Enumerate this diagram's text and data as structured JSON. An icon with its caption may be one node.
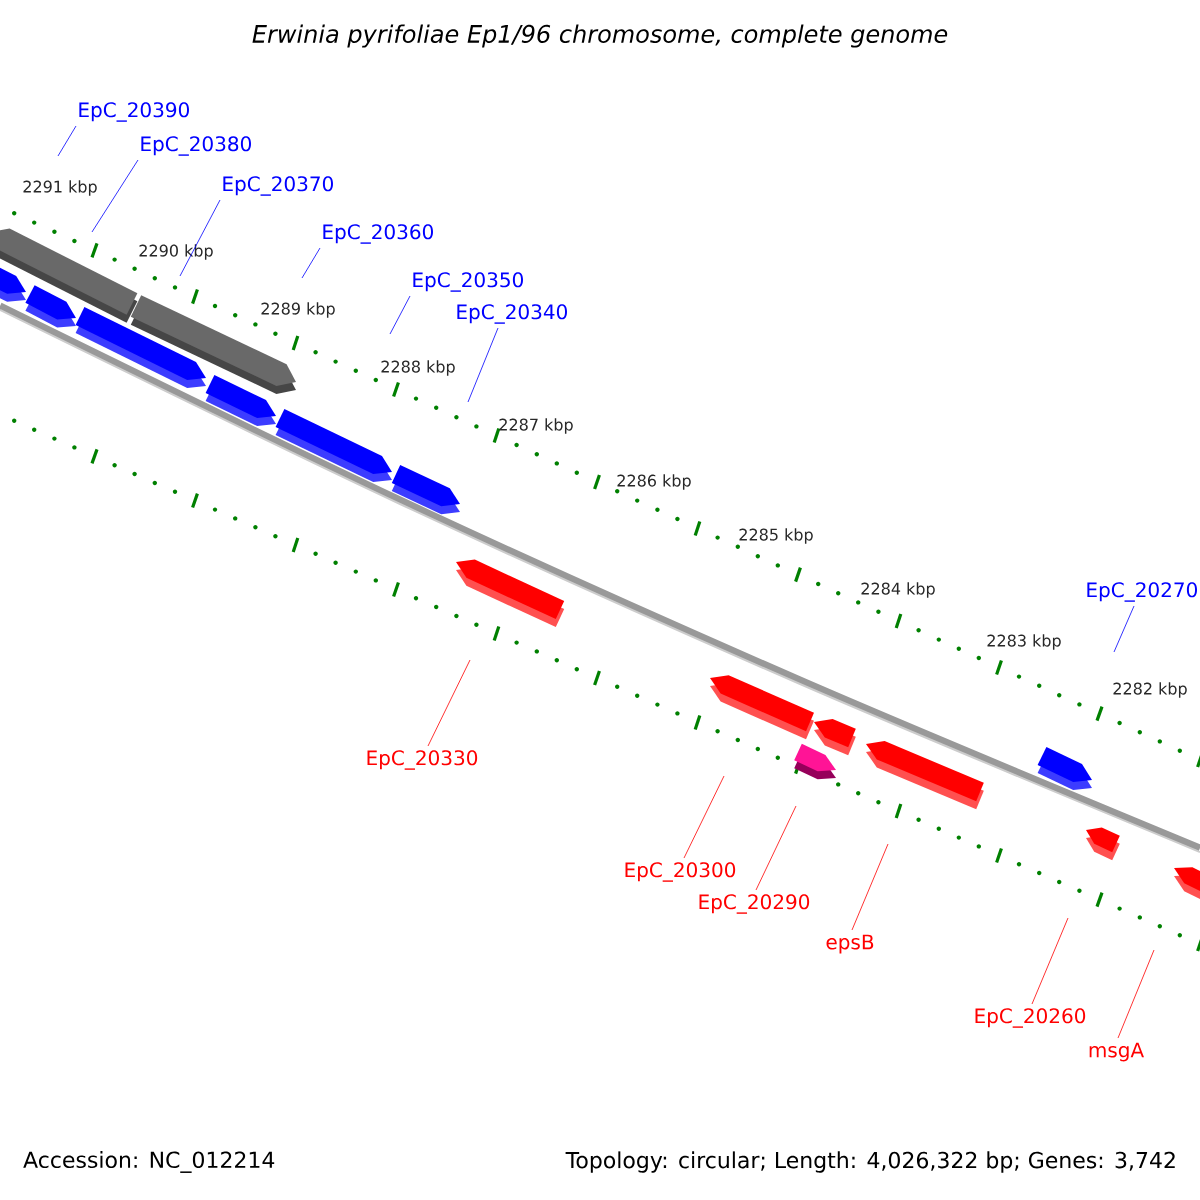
{
  "diagram": {
    "title": "Erwinia pyrifoliae Ep1/96 chromosome, complete genome",
    "nodes": [
      {
        "text": [
          "EpC_20390"
        ]
      },
      {
        "text": [
          "EpC_20380"
        ]
      },
      {
        "text": [
          "EpC_20370"
        ]
      },
      {
        "text": [
          "EpC_20360"
        ]
      },
      {
        "text": [
          "EpC_20350"
        ]
      },
      {
        "text": [
          "EpC_20340"
        ]
      },
      {
        "text": [
          "EpC_20270"
        ]
      },
      {
        "text": [
          "EpC_20330"
        ]
      },
      {
        "text": [
          "EpC_20300"
        ]
      },
      {
        "text": [
          "EpC_20290"
        ]
      },
      {
        "text": [
          "epsB"
        ]
      },
      {
        "text": [
          "EpC_20260"
        ]
      },
      {
        "text": [
          "msgA"
        ]
      }
    ],
    "edges": [
      {
        "from": 0,
        "to": null,
        "arrow": "none"
      },
      {
        "from": 1,
        "to": null,
        "arrow": "none"
      },
      {
        "from": 2,
        "to": null,
        "arrow": "none"
      },
      {
        "from": 3,
        "to": null,
        "arrow": "none"
      },
      {
        "from": 4,
        "to": null,
        "arrow": "none"
      },
      {
        "from": 5,
        "to": null,
        "arrow": "none"
      },
      {
        "from": 6,
        "to": null,
        "arrow": "none"
      },
      {
        "from": 7,
        "to": null,
        "arrow": "none",
        "color": "#ff0000"
      },
      {
        "from": 8,
        "to": null,
        "arrow": "none",
        "color": "#ff0000"
      },
      {
        "from": 9,
        "to": null,
        "arrow": "none",
        "color": "#ff0000"
      },
      {
        "from": 10,
        "to": null,
        "arrow": "none",
        "color": "#ff0000"
      },
      {
        "from": 11,
        "to": null,
        "arrow": "none",
        "color": "#ff0000"
      },
      {
        "from": 12,
        "to": null,
        "arrow": "none",
        "color": "#ff0000"
      }
    ],
    "labels": [
      "2291 kbp",
      "2290 kbp",
      "2289 kbp",
      "2288 kbp",
      "2287 kbp",
      "2286 kbp",
      "2285 kbp",
      "2284 kbp",
      "2283 kbp",
      "2282 kbp",
      "Accession: NC_012214",
      "Topology: circular; Length: 4,026,322 bp; Genes: 3,742"
    ]
  }
}
